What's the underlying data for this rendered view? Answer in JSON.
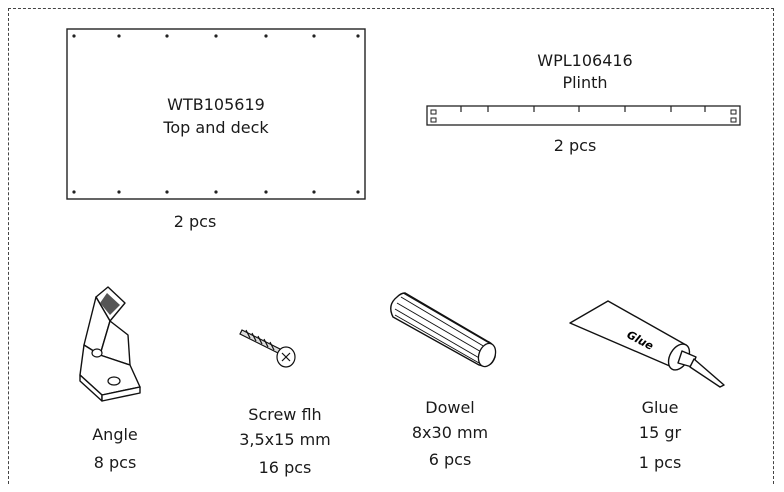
{
  "parts": {
    "top_deck": {
      "code": "WTB105619",
      "name": "Top and deck",
      "qty": "2 pcs"
    },
    "plinth": {
      "code": "WPL106416",
      "name": "Plinth",
      "qty": "2 pcs"
    }
  },
  "hardware": {
    "angle": {
      "name": "Angle",
      "qty": "8 pcs"
    },
    "screw": {
      "name": "Screw flh",
      "size": "3,5x15 mm",
      "qty": "16 pcs"
    },
    "dowel": {
      "name": "Dowel",
      "size": "8x30 mm",
      "qty": "6 pcs"
    },
    "glue": {
      "name": "Glue",
      "size": "15 gr",
      "qty": "1 pcs",
      "tube_label": "Glue"
    }
  }
}
